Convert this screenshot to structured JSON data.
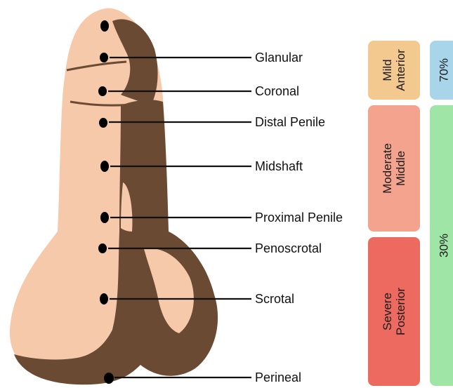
{
  "colors": {
    "skin_light": "#f5c9a9",
    "skin_dark": "#6b4a34",
    "marker": "#000000",
    "line": "#111111",
    "mild": "#f3c98f",
    "moderate": "#f4a48e",
    "severe": "#ec6a5f",
    "pct_top": "#a8d5ea",
    "pct_bottom": "#9fe5a6"
  },
  "locations": [
    {
      "label": "Glanular"
    },
    {
      "label": "Coronal"
    },
    {
      "label": "Distal Penile"
    },
    {
      "label": "Midshaft"
    },
    {
      "label": "Proximal Penile"
    },
    {
      "label": "Penoscrotal"
    },
    {
      "label": "Scrotal"
    },
    {
      "label": "Perineal"
    }
  ],
  "severity_bands": [
    {
      "line1": "Mild",
      "line2": "Anterior"
    },
    {
      "line1": "Moderate",
      "line2": "Middle"
    },
    {
      "line1": "Severe",
      "line2": "Posterior"
    }
  ],
  "percent_bands": [
    {
      "value": "70%"
    },
    {
      "value": "30%"
    }
  ]
}
